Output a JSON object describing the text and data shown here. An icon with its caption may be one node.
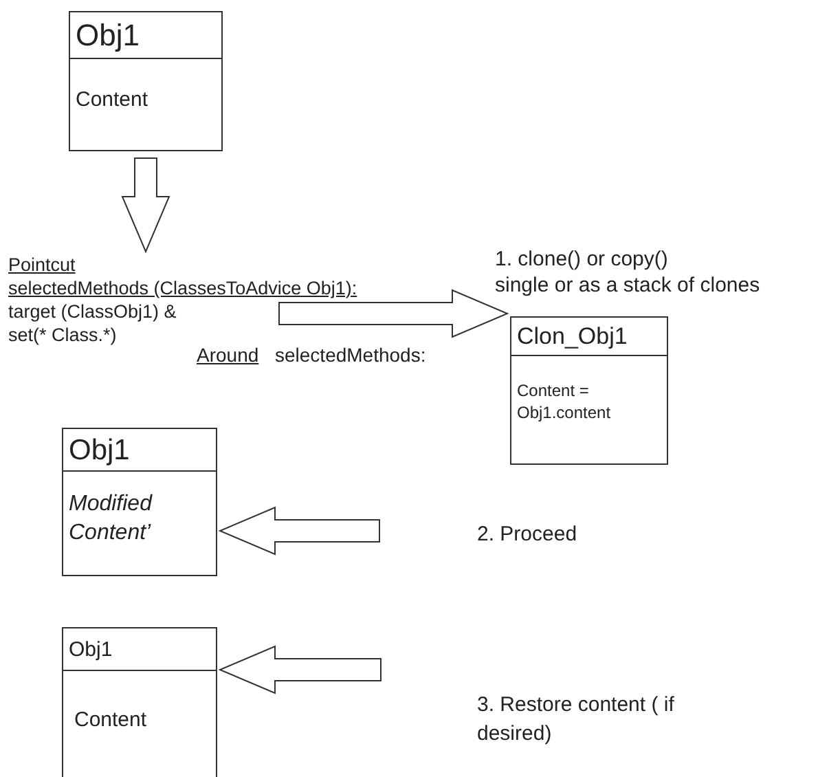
{
  "diagram": {
    "nodes": [
      {
        "text": [
          "Obj1",
          "Content"
        ]
      },
      {
        "text": [
          "Pointcut",
          "selectedMethods (ClassesToAdvice Obj1):",
          "target (ClassObj1) & set(* Class.*)"
        ]
      },
      {
        "text": [
          "Clon_Obj1",
          "Content = Obj1.content"
        ],
        "beside": [
          "1. clone() or copy()",
          "single or as a stack of clones"
        ]
      },
      {
        "text": [
          "Obj1",
          "Modified Content’"
        ]
      },
      {
        "text": [
          "Obj1",
          "Content"
        ]
      }
    ],
    "edges": [
      {
        "from": 0,
        "to": 1,
        "arrow": "to"
      },
      {
        "from": 1,
        "to": 2,
        "arrow": "to"
      },
      {
        "from": null,
        "to": 3,
        "arrow": "to"
      },
      {
        "from": null,
        "to": 4,
        "arrow": "to"
      }
    ],
    "labels": [
      "Around",
      "selectedMethods:",
      "2. Proceed",
      "3. Restore content ( if desired)"
    ]
  }
}
